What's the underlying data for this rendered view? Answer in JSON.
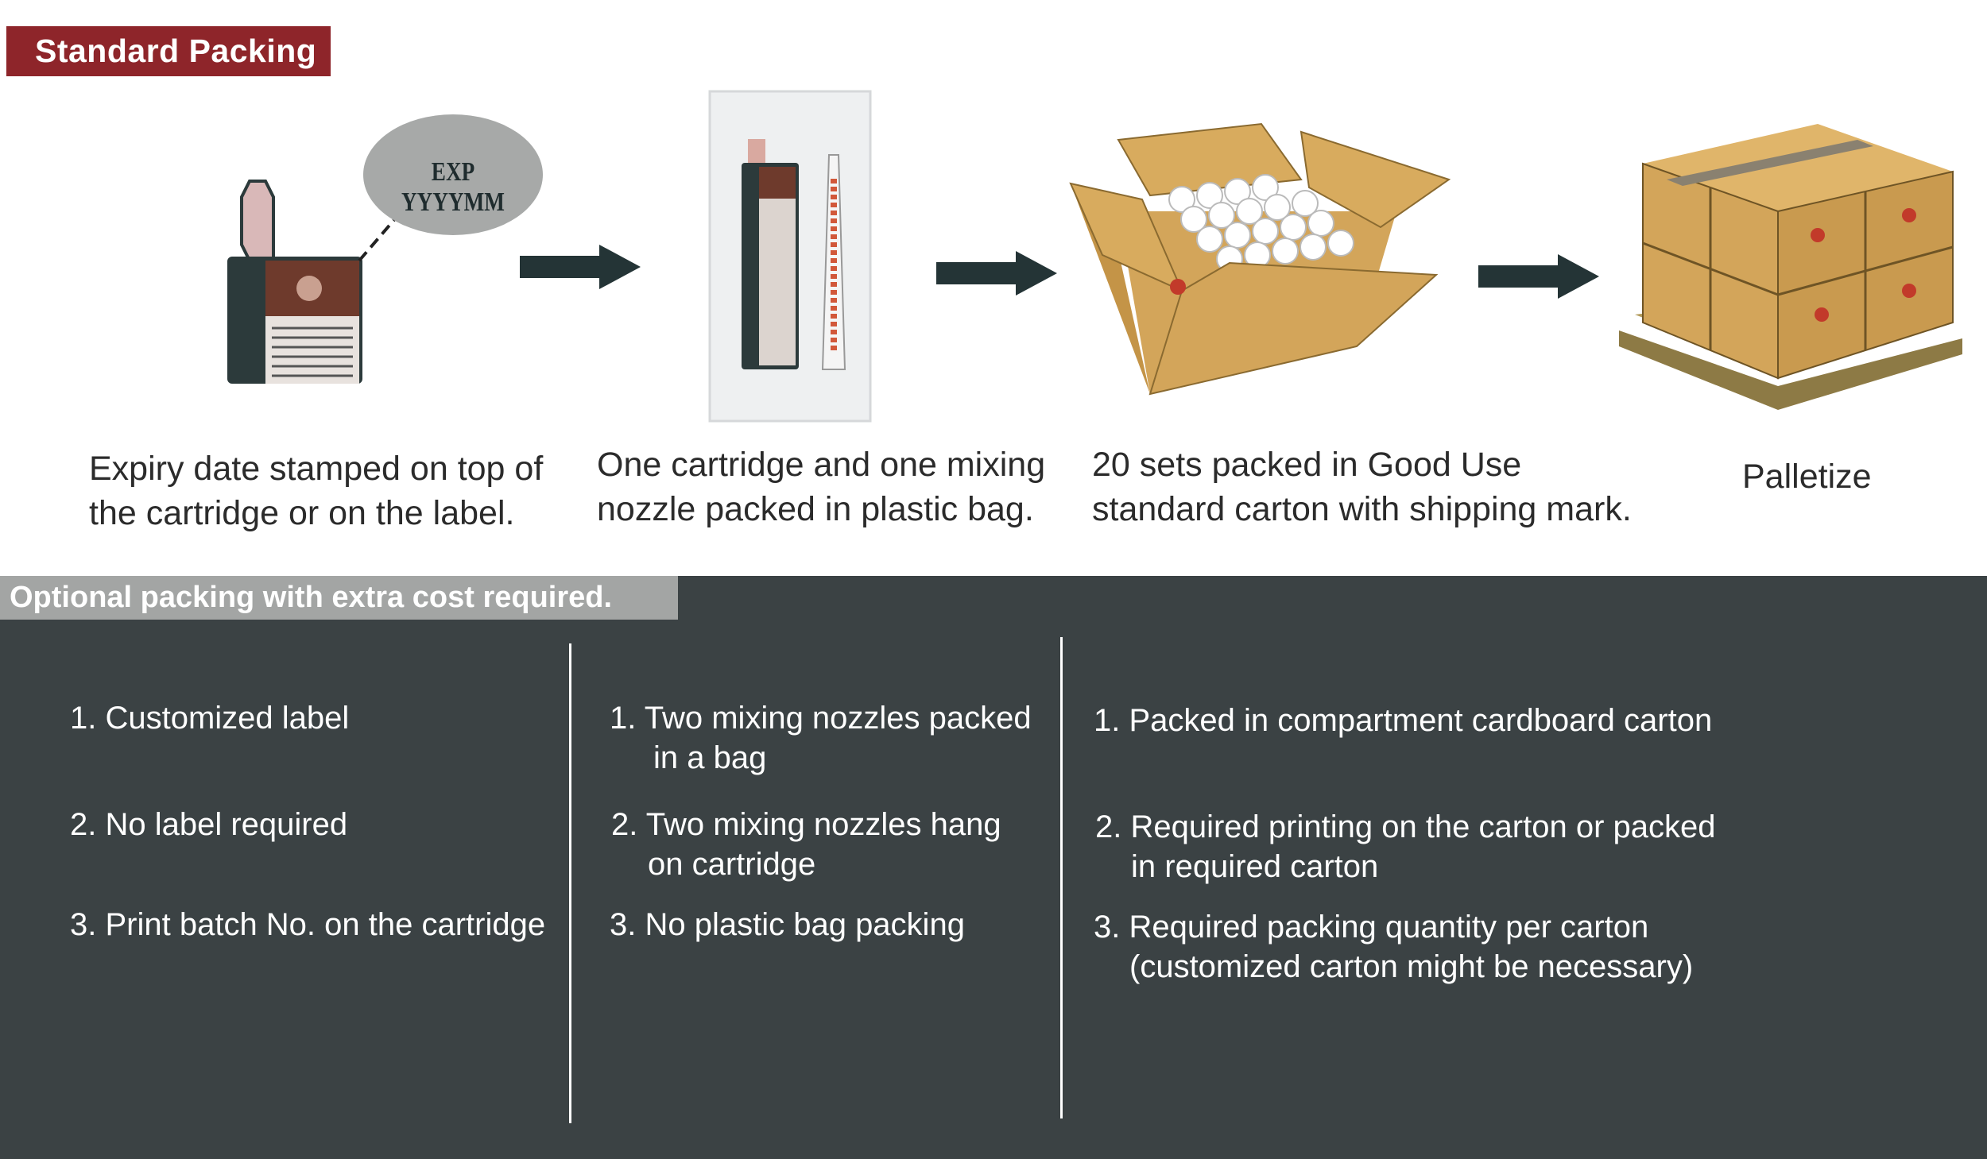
{
  "standard": {
    "title": "Standard Packing",
    "stamp_text": "EXP YYYYMM",
    "steps": [
      {
        "line1": "Expiry date stamped on top of",
        "line2": "the cartridge or on the label."
      },
      {
        "line1": "One cartridge and one mixing",
        "line2": "nozzle packed in plastic bag."
      },
      {
        "line1": "20 sets packed in Good Use",
        "line2": "standard carton with shipping mark."
      },
      {
        "line1": "Palletize",
        "line2": ""
      }
    ],
    "arrow_color": "#243436"
  },
  "optional": {
    "title": "Optional packing with extra cost required.",
    "columns": [
      {
        "items": [
          {
            "line1": "1. Customized label",
            "line2": ""
          },
          {
            "line1": "2. No label required",
            "line2": ""
          },
          {
            "line1": "3. Print batch No. on the cartridge",
            "line2": ""
          }
        ]
      },
      {
        "items": [
          {
            "line1": "1. Two mixing nozzles packed",
            "line2": "in a bag"
          },
          {
            "line1": "2. Two mixing nozzles hang",
            "line2": "on cartridge"
          },
          {
            "line1": "3. No plastic bag packing",
            "line2": ""
          }
        ]
      },
      {
        "items": [
          {
            "line1": "1. Packed in compartment cardboard carton",
            "line2": ""
          },
          {
            "line1": "2. Required printing on the carton or packed",
            "line2": "in required carton"
          },
          {
            "line1": "3. Required packing quantity per carton",
            "line2": "(customized carton might be necessary)"
          }
        ]
      }
    ]
  },
  "colors": {
    "header_red": "#8e252a",
    "dark_bg": "#3b4244",
    "gray_label": "#a3a5a4"
  }
}
